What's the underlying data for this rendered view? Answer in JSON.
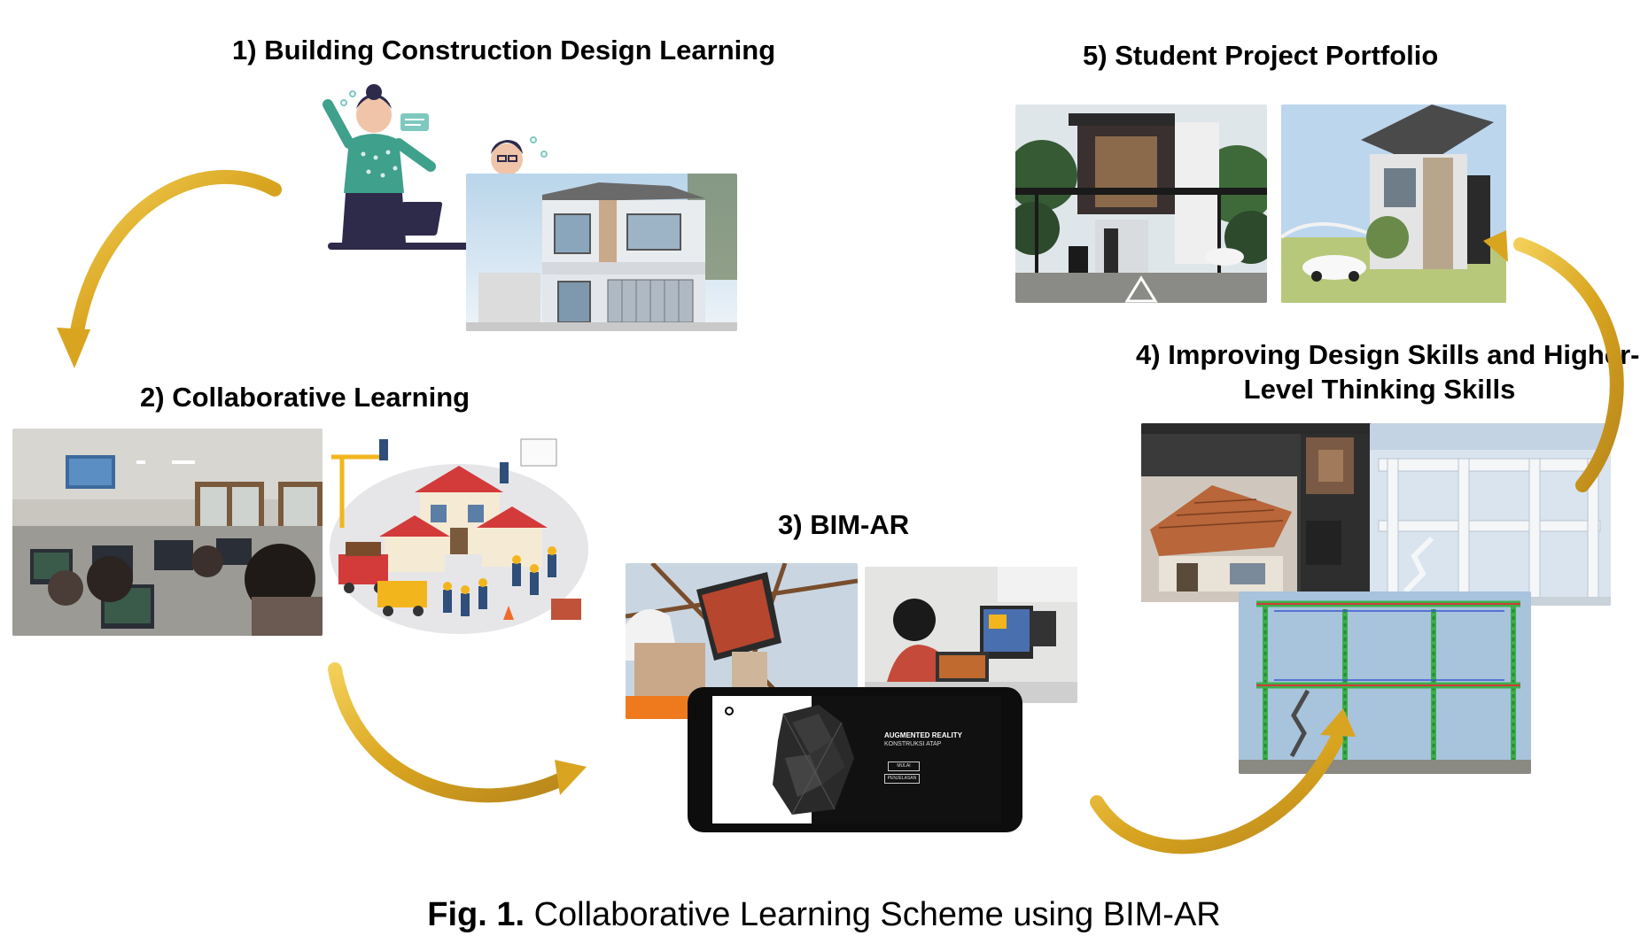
{
  "steps": [
    {
      "number": "1)",
      "title": "Building Construction Design Learning"
    },
    {
      "number": "2)",
      "title": "Collaborative Learning"
    },
    {
      "number": "3)",
      "title": "BIM-AR"
    },
    {
      "number": "4)",
      "title_line1": "Improving Design Skills and Higher-",
      "title_line2": "Level Thinking Skills"
    },
    {
      "number": "5)",
      "title": "Student Project Portfolio"
    }
  ],
  "phone_app": {
    "title": "AUGMENTED REALITY",
    "subtitle": "KONSTRUKSI ATAP",
    "button_start": "MULAI",
    "button_info": "PENJELASAN"
  },
  "caption": {
    "prefix": "Fig. 1.",
    "text": "Collaborative Learning Scheme using BIM-AR"
  },
  "colors": {
    "arrow": "#D9A520",
    "arrow_dark": "#B8861B",
    "teal": "#3FA08C"
  }
}
